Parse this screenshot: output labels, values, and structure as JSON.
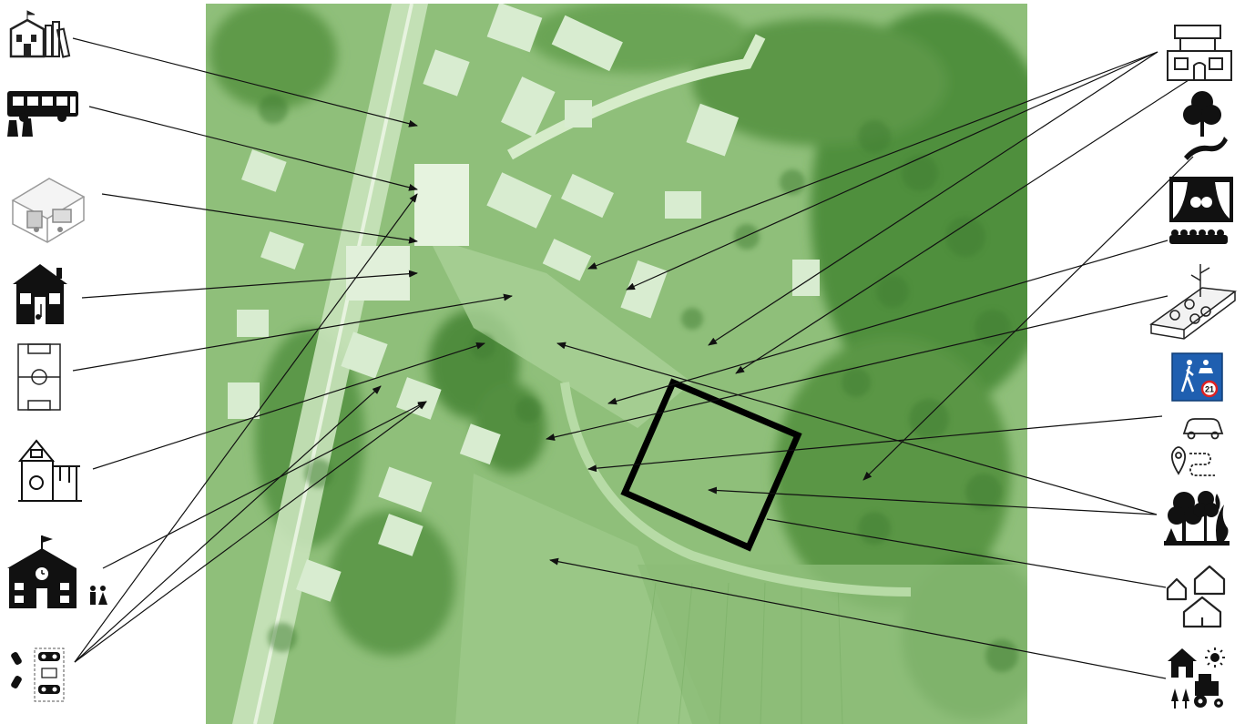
{
  "map": {
    "basemap": "aerial-photo-green-tint",
    "tint_color": "#5e9a45",
    "highlight": "site-outline-black-square",
    "arrow_color": "#111111"
  },
  "left_icons": [
    {
      "id": "school-library",
      "icon": "school-library-icon"
    },
    {
      "id": "bus-stop",
      "icon": "bus-stop-icon"
    },
    {
      "id": "market-pavilion",
      "icon": "market-pavilion-icon"
    },
    {
      "id": "music-house",
      "icon": "music-house-icon"
    },
    {
      "id": "football-field",
      "icon": "football-field-icon"
    },
    {
      "id": "kindergarten",
      "icon": "kindergarten-icon"
    },
    {
      "id": "school-with-children",
      "icon": "school-icon"
    },
    {
      "id": "parking",
      "icon": "parking-icon"
    }
  ],
  "right_icons": [
    {
      "id": "residential-building",
      "icon": "residential-building-icon"
    },
    {
      "id": "park",
      "icon": "park-tree-icon"
    },
    {
      "id": "theatre",
      "icon": "theatre-icon"
    },
    {
      "id": "garden-bed",
      "icon": "garden-bed-icon"
    },
    {
      "id": "pedestrian-zone-sign",
      "icon": "pedestrian-zone-sign-icon",
      "sign_number": "21",
      "sign_color": "#1f5fb0"
    },
    {
      "id": "car-route",
      "icon": "car-route-icon"
    },
    {
      "id": "forest",
      "icon": "forest-icon"
    },
    {
      "id": "houses",
      "icon": "houses-icon"
    },
    {
      "id": "farm",
      "icon": "farm-icon"
    }
  ]
}
